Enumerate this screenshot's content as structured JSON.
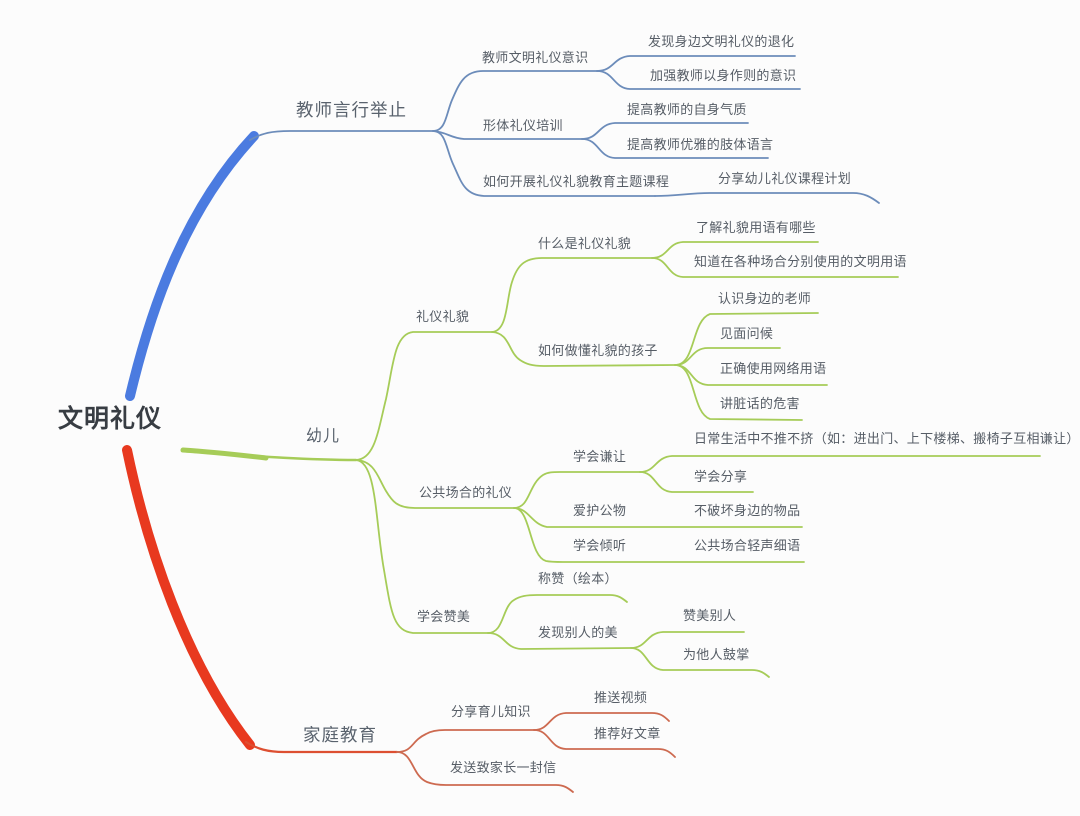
{
  "root": {
    "label": "文明礼仪"
  },
  "branches": [
    {
      "label": "教师言行举止",
      "color": "#4b7be0",
      "children": [
        {
          "label": "教师文明礼仪意识",
          "children": [
            {
              "label": "发现身边文明礼仪的退化"
            },
            {
              "label": "加强教师以身作则的意识"
            }
          ]
        },
        {
          "label": "形体礼仪培训",
          "children": [
            {
              "label": "提高教师的自身气质"
            },
            {
              "label": "提高教师优雅的肢体语言"
            }
          ]
        },
        {
          "label": "如何开展礼仪礼貌教育主题课程",
          "children": [
            {
              "label": "分享幼儿礼仪课程计划"
            }
          ]
        }
      ]
    },
    {
      "label": "幼儿",
      "color": "#a6cc58",
      "children": [
        {
          "label": "礼仪礼貌",
          "children": [
            {
              "label": "什么是礼仪礼貌",
              "children": [
                {
                  "label": "了解礼貌用语有哪些"
                },
                {
                  "label": "知道在各种场合分别使用的文明用语"
                }
              ]
            },
            {
              "label": "如何做懂礼貌的孩子",
              "children": [
                {
                  "label": "认识身边的老师"
                },
                {
                  "label": "见面问候"
                },
                {
                  "label": "正确使用网络用语"
                },
                {
                  "label": "讲脏话的危害"
                }
              ]
            }
          ]
        },
        {
          "label": "公共场合的礼仪",
          "children": [
            {
              "label": "学会谦让",
              "children": [
                {
                  "label": "日常生活中不推不挤（如：进出门、上下楼梯、搬椅子互相谦让）"
                },
                {
                  "label": "学会分享"
                }
              ]
            },
            {
              "label": "爱护公物",
              "children": [
                {
                  "label": "不破坏身边的物品"
                }
              ]
            },
            {
              "label": "学会倾听",
              "children": [
                {
                  "label": "公共场合轻声细语"
                }
              ]
            }
          ]
        },
        {
          "label": "学会赞美",
          "children": [
            {
              "label": "称赞（绘本）"
            },
            {
              "label": "发现别人的美",
              "children": [
                {
                  "label": "赞美别人"
                },
                {
                  "label": "为他人鼓掌"
                }
              ]
            }
          ]
        }
      ]
    },
    {
      "label": "家庭教育",
      "color": "#e8391f",
      "children": [
        {
          "label": "分享育儿知识",
          "children": [
            {
              "label": "推送视频"
            },
            {
              "label": "推荐好文章"
            }
          ]
        },
        {
          "label": "发送致家长一封信"
        }
      ]
    }
  ],
  "colors": {
    "teacher_branch": "#4b7be0",
    "teacher_lines": "#6c8cba",
    "children_lines": "#a6cc58",
    "family_branch": "#e8391f",
    "family_lines": "#cd6a50",
    "text": "#565d66",
    "root_text": "#383d43",
    "background": "#fcfcfc"
  }
}
